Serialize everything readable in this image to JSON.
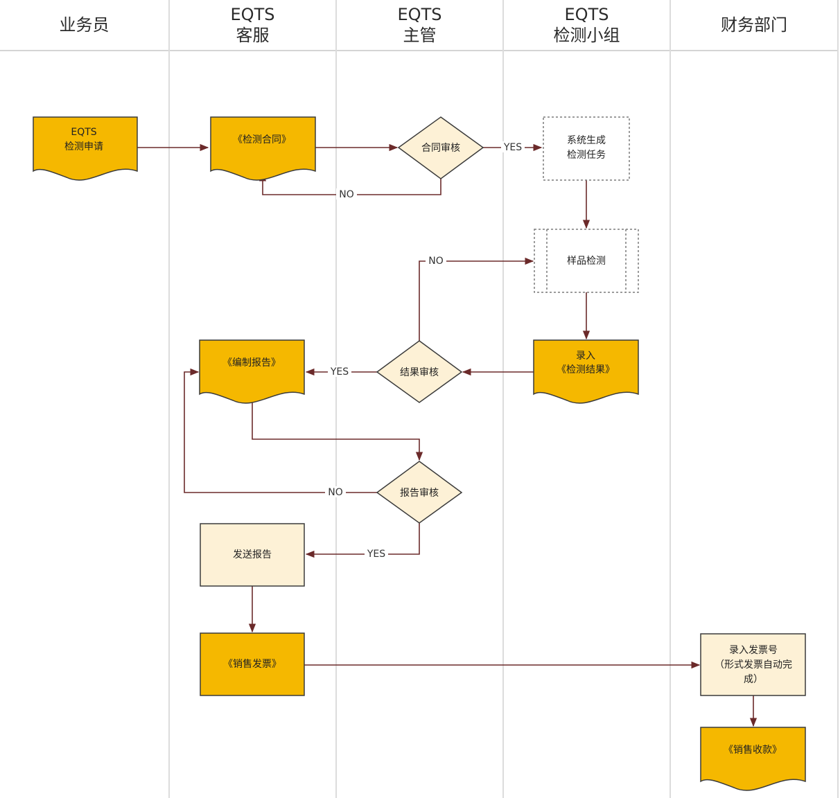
{
  "lanes": [
    {
      "line1": "业务员",
      "line2": ""
    },
    {
      "line1": "EQTS",
      "line2": "客服"
    },
    {
      "line1": "EQTS",
      "line2": "主管"
    },
    {
      "line1": "EQTS",
      "line2": "检测小组"
    },
    {
      "line1": "财务部门",
      "line2": ""
    }
  ],
  "nodes": {
    "request": {
      "line1": "EQTS",
      "line2": "检测申请"
    },
    "contract": {
      "line1": "《检测合同》"
    },
    "contract_review": {
      "line1": "合同审核"
    },
    "gen_task": {
      "line1": "系统生成",
      "line2": "检测任务"
    },
    "sample_test": {
      "line1": "样品检测"
    },
    "enter_result": {
      "line1": "录入",
      "line2": "《检测结果》"
    },
    "result_review": {
      "line1": "结果审核"
    },
    "compile_report": {
      "line1": "《编制报告》"
    },
    "report_review": {
      "line1": "报告审核"
    },
    "send_report": {
      "line1": "发送报告"
    },
    "sales_invoice": {
      "line1": "《销售发票》"
    },
    "enter_invoice": {
      "line1": "录入发票号",
      "line2": "（形式发票自动完",
      "line3": "成）"
    },
    "sales_receipt": {
      "line1": "《销售收款》"
    }
  },
  "edge_labels": {
    "contract_yes": "YES",
    "contract_no": "NO",
    "result_no": "NO",
    "result_yes": "YES",
    "report_no": "NO",
    "report_yes": "YES"
  },
  "colors": {
    "doc_fill": "#f5b800",
    "doc_stroke": "#3a3a3a",
    "decision_fill": "#fdf1d6",
    "process_fill": "#fdf1d6",
    "arrow": "#6b2a2a",
    "dashed": "#7a7a7a"
  }
}
